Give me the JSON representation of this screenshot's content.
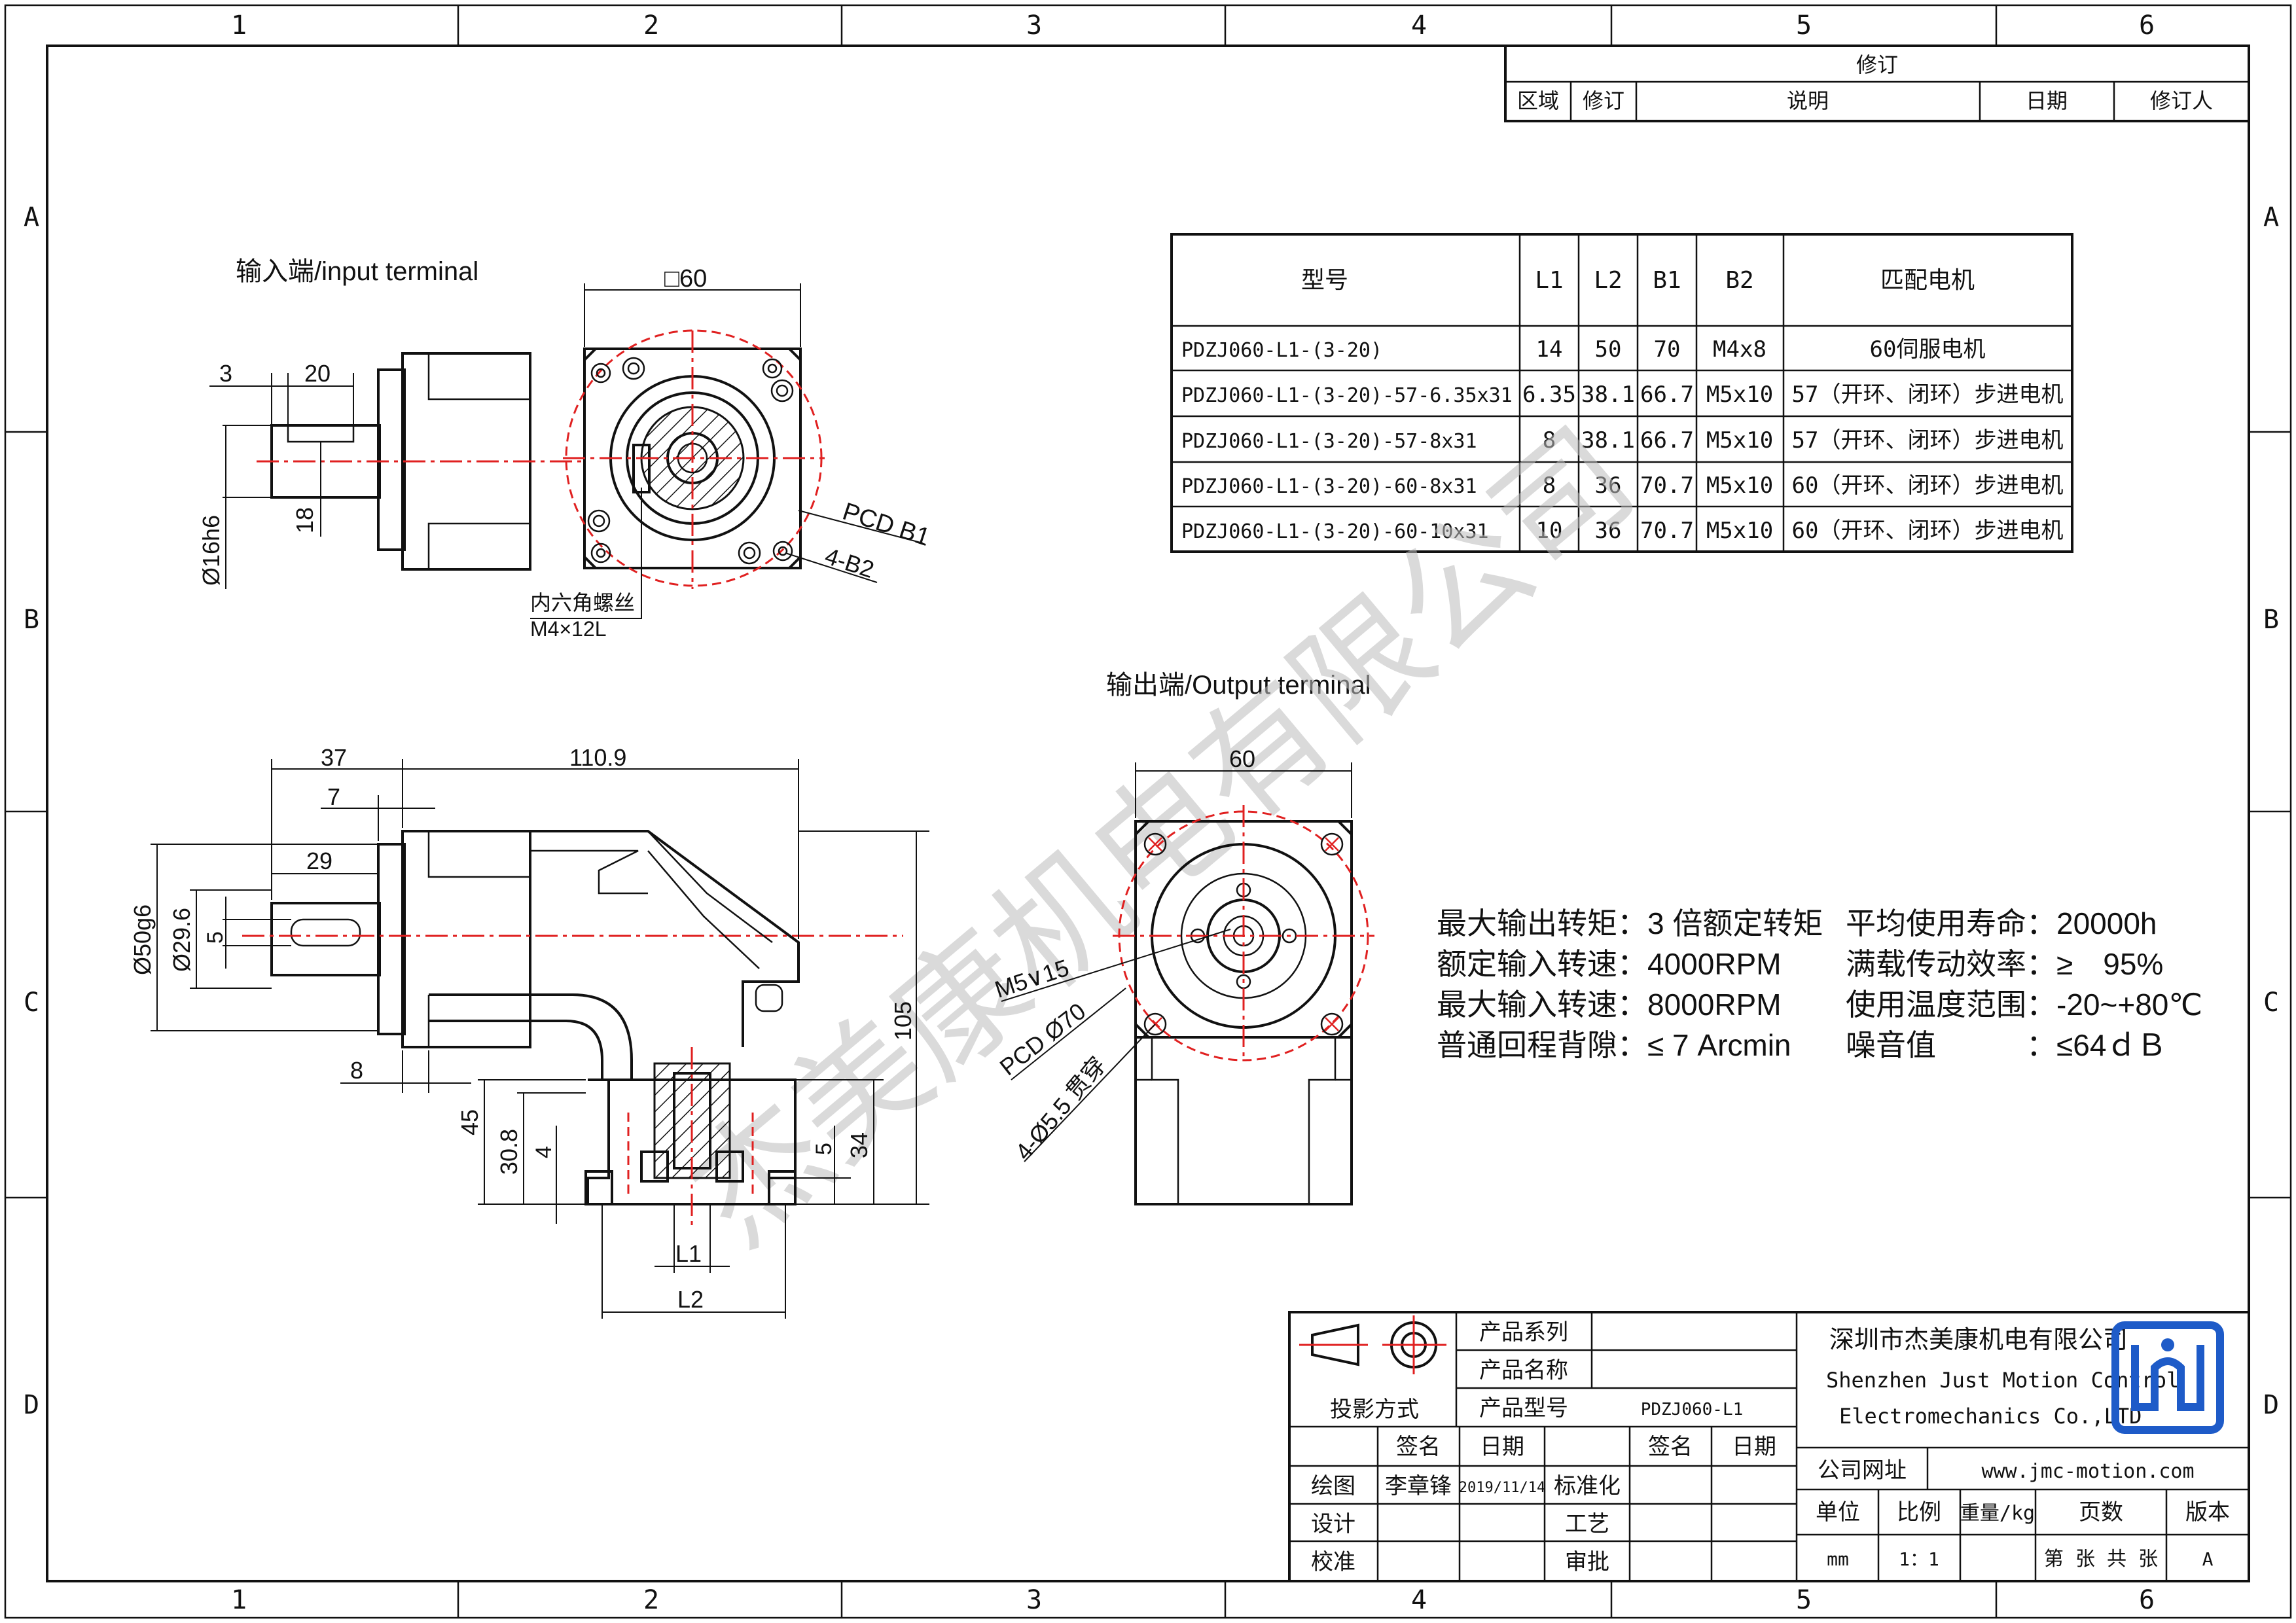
{
  "frame": {
    "col_labels": [
      "1",
      "2",
      "3",
      "4",
      "5",
      "6"
    ],
    "row_labels": [
      "A",
      "B",
      "C",
      "D"
    ]
  },
  "revision": {
    "title": "修订",
    "cols": [
      "区域",
      "修订",
      "说明",
      "日期",
      "修订人"
    ]
  },
  "spec_table": {
    "headers": [
      "型号",
      "L1",
      "L2",
      "B1",
      "B2",
      "匹配电机"
    ],
    "rows": [
      [
        "PDZJ060-L1-(3-20)",
        "14",
        "50",
        "70",
        "M4x8",
        "60伺服电机"
      ],
      [
        "PDZJ060-L1-(3-20)-57-6.35x31",
        "6.35",
        "38.1",
        "66.7",
        "M5x10",
        "57（开环、闭环）步进电机"
      ],
      [
        "PDZJ060-L1-(3-20)-57-8x31",
        "8",
        "38.1",
        "66.7",
        "M5x10",
        "57（开环、闭环）步进电机"
      ],
      [
        "PDZJ060-L1-(3-20)-60-8x31",
        "8",
        "36",
        "70.7",
        "M5x10",
        "60（开环、闭环）步进电机"
      ],
      [
        "PDZJ060-L1-(3-20)-60-10x31",
        "10",
        "36",
        "70.7",
        "M5x10",
        "60（开环、闭环）步进电机"
      ]
    ]
  },
  "views": {
    "input_title": "输入端/input terminal",
    "output_title": "输出端/Output terminal"
  },
  "dims": {
    "sq60": "□60",
    "d3": "3",
    "d20": "20",
    "d18": "18",
    "d16h6": "Ø16h6",
    "pcd_b1": "PCD B1",
    "b2": "4-B2",
    "screw_note_1": "内六角螺丝",
    "screw_note_2": "M4×12L",
    "d37": "37",
    "d110_9": "110.9",
    "d7": "7",
    "d29": "29",
    "d50g6": "Ø50g6",
    "d29_6": "Ø29.6",
    "d5a": "5",
    "d8": "8",
    "d45": "45",
    "d30_8": "30.8",
    "d4": "4",
    "d5b": "5",
    "d34": "34",
    "d105": "105",
    "l1": "L1",
    "l2": "L2",
    "o60": "60",
    "m5": "M5∨15",
    "pcd70": "PCD Ø70",
    "hole55": "4-Ø5.5 贯穿"
  },
  "specs": {
    "left": [
      "最大输出转矩：3 倍额定转矩",
      "额定输入转速：4000RPM",
      "最大输入转速：8000RPM",
      "普通回程背隙：≤ 7 Arcmin"
    ],
    "right": [
      "平均使用寿命：20000h",
      "满载传动效率：≥　95%",
      "使用温度范围：-20~+80℃",
      "噪音值　　　：≤64ｄＢ"
    ]
  },
  "watermark": "杰美康机电有限公司",
  "title_block": {
    "projection": "投影方式",
    "series_label": "产品系列",
    "name_label": "产品名称",
    "model_label": "产品型号",
    "model_value": "PDZJ060-L1",
    "sign": "签名",
    "date": "日期",
    "sign2": "签名",
    "date2": "日期",
    "draw": "绘图",
    "design": "设计",
    "check": "校准",
    "drawer": "李章锋",
    "draw_date": "2019/11/14",
    "standard": "标准化",
    "process": "工艺",
    "approve": "审批",
    "company_cn": "深圳市杰美康机电有限公司",
    "company_en1": "Shenzhen Just Motion Control",
    "company_en2": "Electromechanics Co.,LTD",
    "website_label": "公司网址",
    "website": "www.jmc-motion.com",
    "unit_label": "单位",
    "scale_label": "比例",
    "weight_label": "重量/kg",
    "pages_label": "页数",
    "version_label": "版本",
    "unit": "mm",
    "scale": "1：1",
    "pages": "第 张 共 张",
    "version": "A",
    "brand_color": "#1e5bc8"
  }
}
